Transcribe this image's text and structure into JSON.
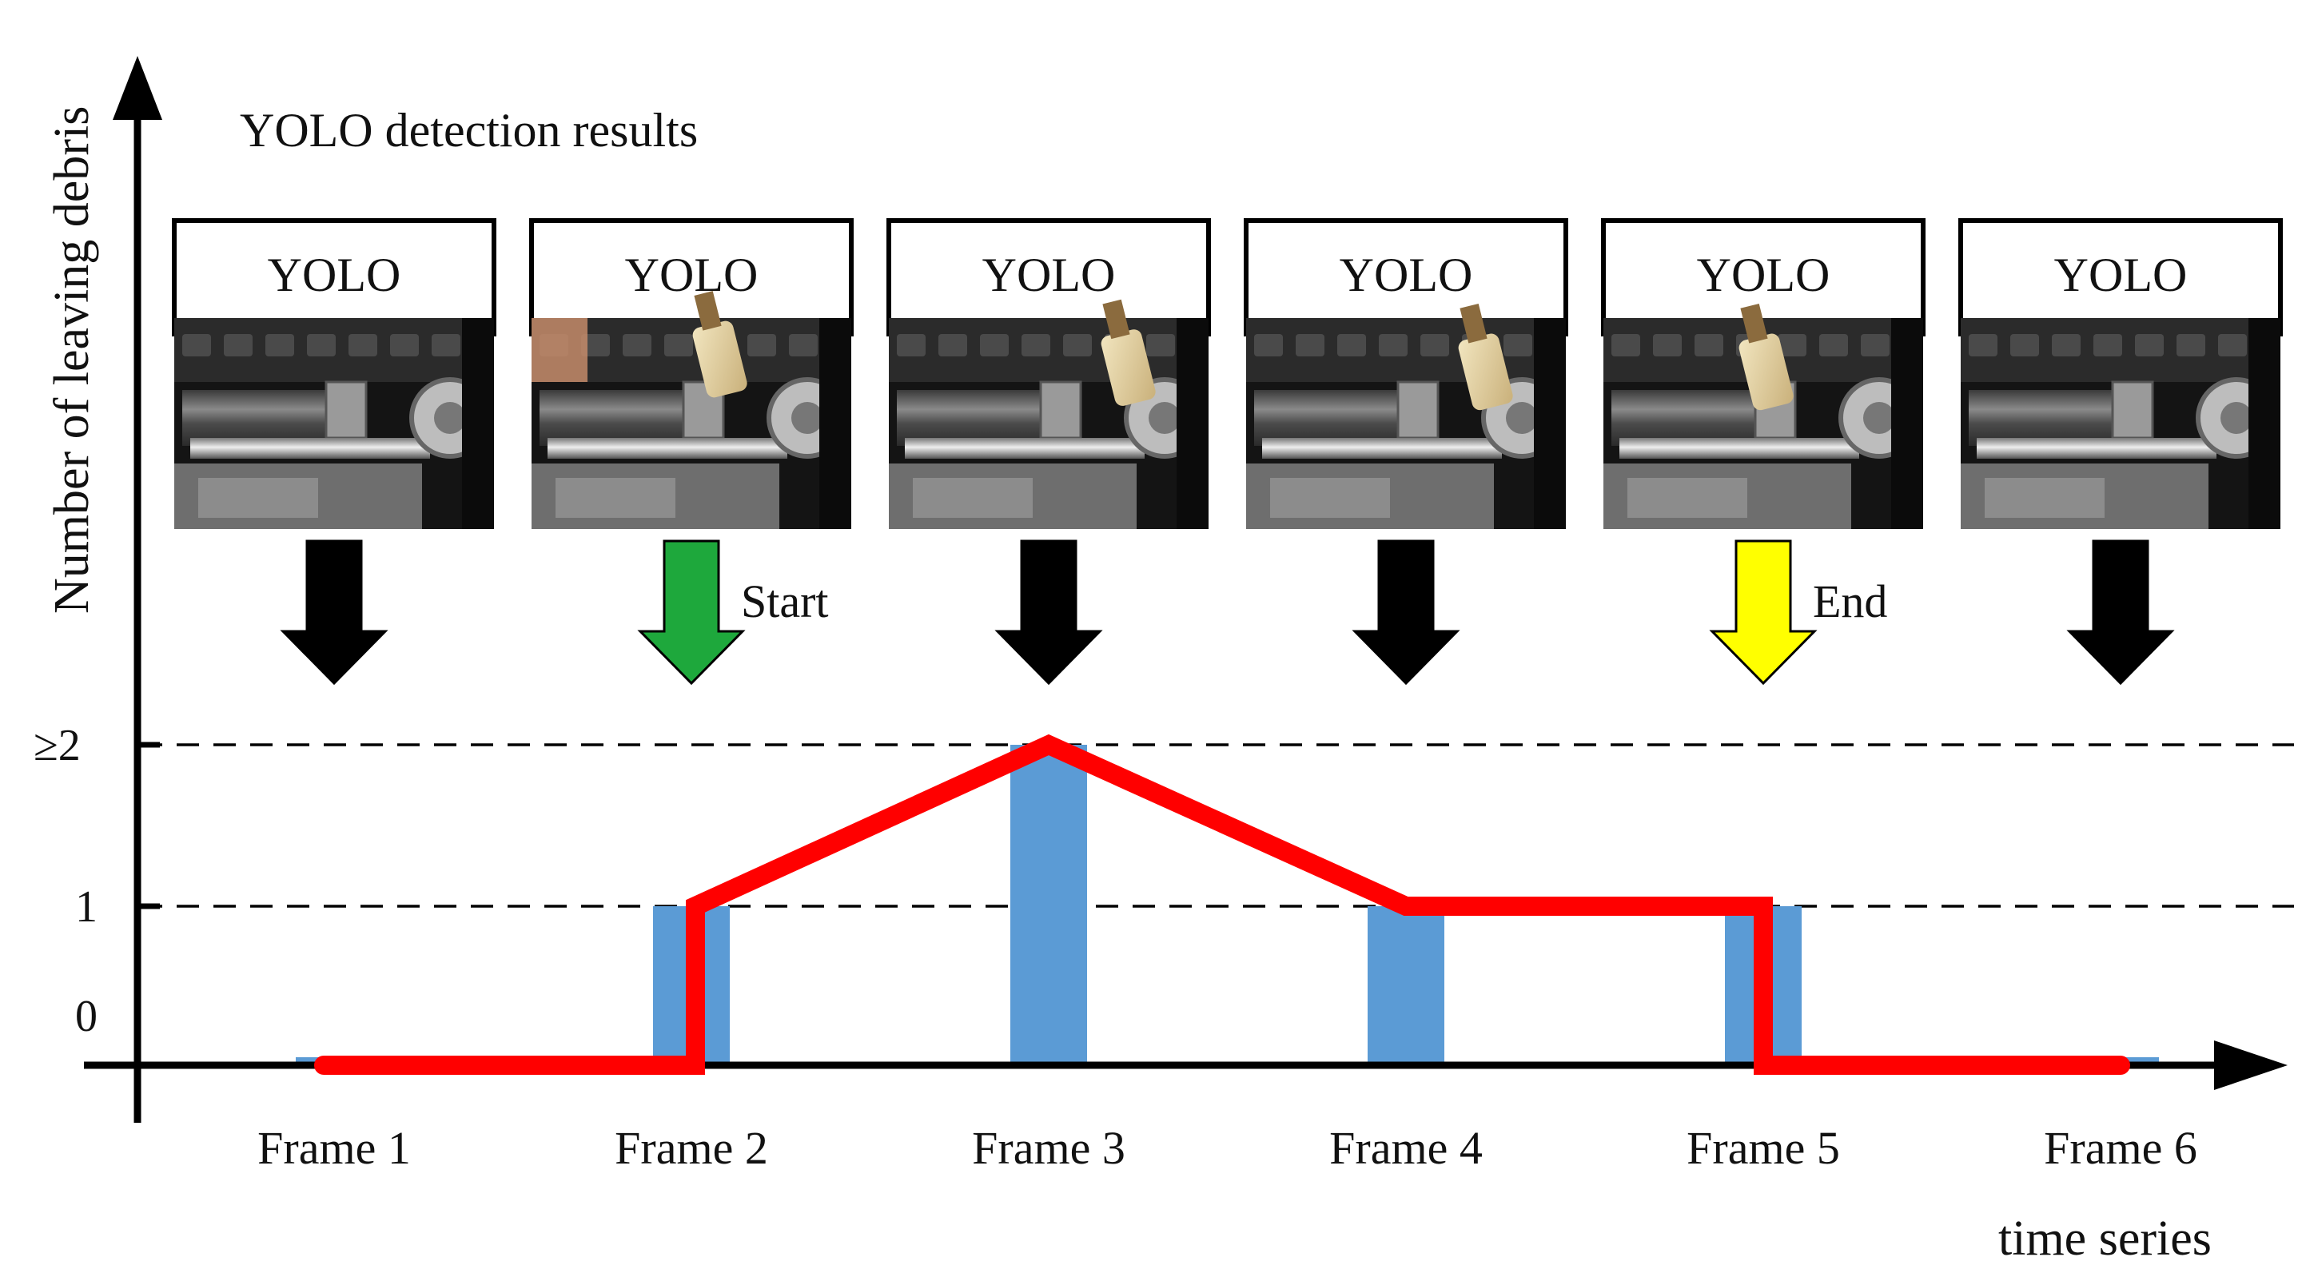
{
  "y_axis_label": "Number of leaving debris",
  "x_axis_label": "time series",
  "section_title": "YOLO detection results",
  "y_ticks": [
    "0",
    "1",
    "≥2"
  ],
  "colors": {
    "bar": "#5b9bd5",
    "trend_line": "#ff0000",
    "start_arrow": "#1ea83c",
    "end_arrow": "#ffff00",
    "default_arrow": "#000000"
  },
  "frames": [
    {
      "label": "Frame 1",
      "box_label": "YOLO",
      "arrow": "default",
      "arrow_label": "",
      "count": 0
    },
    {
      "label": "Frame 2",
      "box_label": "YOLO",
      "arrow": "start",
      "arrow_label": "Start",
      "count": 1
    },
    {
      "label": "Frame 3",
      "box_label": "YOLO",
      "arrow": "default",
      "arrow_label": "",
      "count": 2
    },
    {
      "label": "Frame 4",
      "box_label": "YOLO",
      "arrow": "default",
      "arrow_label": "",
      "count": 1
    },
    {
      "label": "Frame 5",
      "box_label": "YOLO",
      "arrow": "end",
      "arrow_label": "End",
      "count": 1
    },
    {
      "label": "Frame 6",
      "box_label": "YOLO",
      "arrow": "default",
      "arrow_label": "",
      "count": 0
    }
  ]
}
